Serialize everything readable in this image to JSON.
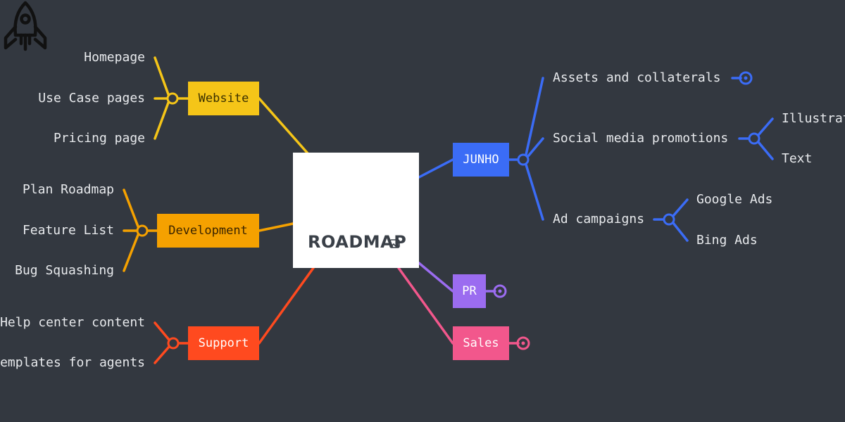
{
  "root": {
    "title": "ROADMAP",
    "icon": "rocket-icon",
    "attachment_icon": "image-icon"
  },
  "colors": {
    "background": "#333840",
    "text": "#e8eaed",
    "website": "#f5c518",
    "development": "#f5a100",
    "support": "#ff4a1f",
    "junho": "#3b6cf6",
    "pr": "#9b6cf0",
    "sales": "#f2578c"
  },
  "branches": {
    "website": {
      "label": "Website",
      "children": [
        "Homepage",
        "Use Case pages",
        "Pricing page"
      ]
    },
    "development": {
      "label": "Development",
      "children": [
        "Plan Roadmap",
        "Feature List",
        "Bug Squashing"
      ]
    },
    "support": {
      "label": "Support",
      "children": [
        "Help center content",
        "emplates for agents"
      ]
    },
    "junho": {
      "label": "JUNHO",
      "children": [
        {
          "label": "Assets and collaterals",
          "collapsed": true
        },
        {
          "label": "Social media promotions",
          "children": [
            "Illustrat",
            "Text"
          ]
        },
        {
          "label": "Ad campaigns",
          "children": [
            "Google Ads",
            "Bing Ads"
          ]
        }
      ]
    },
    "pr": {
      "label": "PR",
      "collapsed": true
    },
    "sales": {
      "label": "Sales",
      "collapsed": true
    }
  }
}
